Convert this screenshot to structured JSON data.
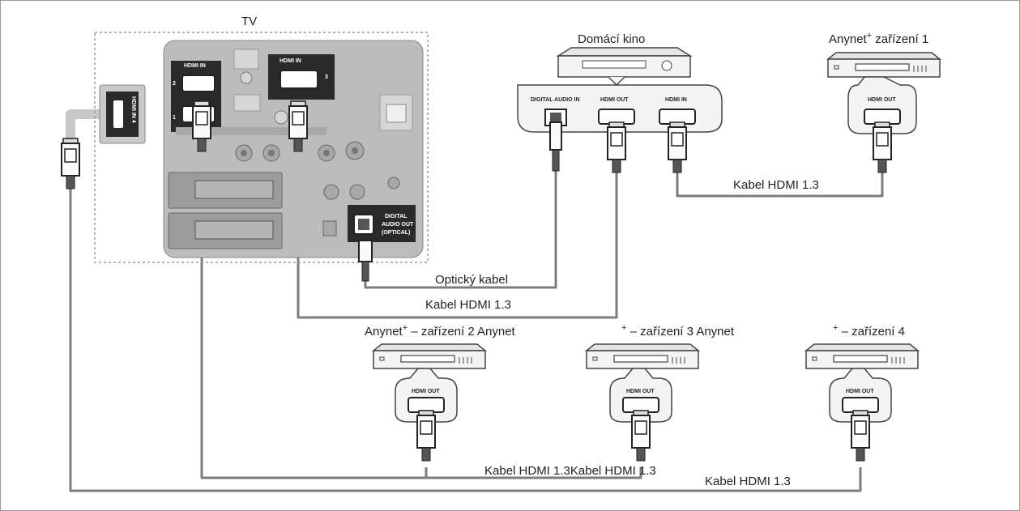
{
  "labels": {
    "tv": "TV",
    "home_theater": "Domácí kino",
    "anynet1_prefix": "Anynet",
    "anynet1_sup": "+",
    "anynet1_suffix": " zařízení 1",
    "anynet2_prefix": "Anynet",
    "anynet2_sup": "+",
    "anynet2_suffix": " – zařízení 2 Anynet",
    "anynet3_sup": "+",
    "anynet3_suffix": " – zařízení 3 Anynet",
    "anynet4_sup": "+",
    "anynet4_suffix": " – zařízení 4"
  },
  "cables": {
    "optical": "Optický kabel",
    "hdmi_home_theater": "Kabel HDMI 1.3",
    "hdmi_device1": "Kabel HDMI 1.3",
    "hdmi_devices_2_3": "Kabel HDMI 1.3Kabel HDMI 1.3",
    "hdmi_device4": "Kabel HDMI 1.3"
  },
  "ports": {
    "side_hdmi_in": "HDMI IN 4",
    "tv_hdmi_in": "HDMI IN",
    "tv_hdmi_in_3": "HDMI IN",
    "tv_digital_audio_out_1": "DIGITAL",
    "tv_digital_audio_out_2": "AUDIO OUT",
    "tv_digital_audio_out_3": "(OPTICAL)",
    "ht_digital_audio_in": "DIGITAL AUDIO IN",
    "ht_hdmi_out": "HDMI OUT",
    "ht_hdmi_in": "HDMI IN",
    "device_hdmi_out": "HDMI OUT"
  },
  "colors": {
    "cable": "#7a7a7a",
    "panel": "#b9b9b9",
    "panel_dark": "#2a2a2a",
    "device": "#f1f1f1"
  }
}
